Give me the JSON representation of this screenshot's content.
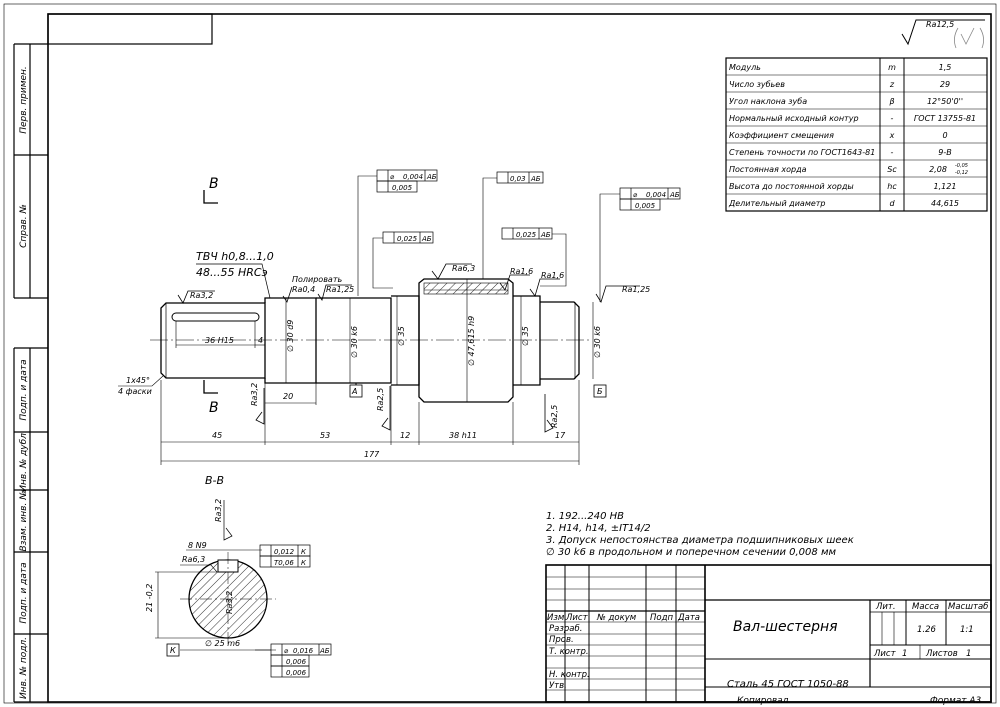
{
  "frame": {
    "left_labels": [
      "Перв. примен.",
      "Справ. №",
      "Подп. и дата",
      "Инв. № дубл.",
      "Взам. инв. №",
      "Подп. и дата",
      "Инв. № подл."
    ]
  },
  "surface_mark": "Ra12,5",
  "params": [
    {
      "name": "Модуль",
      "sym": "m",
      "val": "1,5"
    },
    {
      "name": "Число зубьев",
      "sym": "z",
      "val": "29"
    },
    {
      "name": "Угол наклона зуба",
      "sym": "β",
      "val": "12°50'0''"
    },
    {
      "name": "Нормальный исходный контур",
      "sym": "-",
      "val": "ГОСТ 13755-81"
    },
    {
      "name": "Коэффициент смещения",
      "sym": "x",
      "val": "0"
    },
    {
      "name": "Степень точности по ГОСТ1643-81",
      "sym": "-",
      "val": "9-B"
    },
    {
      "name": "Постоянная хорда",
      "sym": "Sc",
      "val": "2,08",
      "tol_up": "-0,05",
      "tol_dn": "-0,12"
    },
    {
      "name": "Высота до постоянной хорды",
      "sym": "hc",
      "val": "1,121"
    },
    {
      "name": "Делительный диаметр",
      "sym": "d",
      "val": "44,615"
    }
  ],
  "drawing": {
    "view_letter_top": "В",
    "view_letter_bottom": "В",
    "heat_treat_1": "ТВЧ h0,8...1,0",
    "heat_treat_2": "48...55 HRCэ",
    "polish": "Полировать",
    "ra04": "Ra0,4",
    "ra125_a": "Ra1,25",
    "ra32_left": "Ra3,2",
    "ra63": "Ra6,3",
    "ra16_a": "Ra1,6",
    "ra16_b": "Ra1,6",
    "ra125_b": "Ra1,25",
    "ra32_low": "Ra3,2",
    "ra25_a": "Ra2,5",
    "ra25_b": "Ra2,5",
    "d_key": "36 H15",
    "d_4": "4",
    "d_30d9": "∅ 30 d9",
    "d_30k6_a": "∅ 30 k6",
    "d_35_a": "∅ 35",
    "d_47": "∅ 47,615 h9",
    "d_35_b": "∅ 35",
    "d_30k6_b": "∅ 30 k6",
    "d_20": "20",
    "d_45": "45",
    "d_53": "53",
    "d_12": "12",
    "d_38": "38 h11",
    "d_17": "17",
    "d_177": "177",
    "chamfer": "1x45°",
    "chamfer_n": "4 фаски",
    "datum_a": "А",
    "datum_b": "Б",
    "tol1": "0,004",
    "tol1_ref": "АБ",
    "tol1b": "0,005",
    "tol2": "0,025",
    "tol2_ref": "АБ",
    "tol3": "0,03",
    "tol3_ref": "АБ",
    "tol4": "0,025",
    "tol4_ref": "АБ",
    "tol5": "0,004",
    "tol5_ref": "АБ",
    "tol5b": "0,005"
  },
  "section": {
    "title": "В-В",
    "ra32_top": "Ra3,2",
    "ra63": "Ra6,3",
    "ra32_in": "Ra3,2",
    "width": "8 N9",
    "depth": "21 -0,2",
    "dia": "∅ 25 m6",
    "datum": "К",
    "tolA": "0,012",
    "tolA_ref": "К",
    "tolB": "T0,06",
    "tolB_ref": "К",
    "tolC": "0,016",
    "tolC_ref": "АБ",
    "tolD": "0,006",
    "tolE": "0,006"
  },
  "notes": [
    "1. 192...240 НВ",
    "2. H14, h14, ±IT14/2",
    "3. Допуск непостоянства диаметра подшипниковых шеек",
    "∅ 30 k6 в продольном и поперечном сечении 0,008 мм"
  ],
  "title_block": {
    "hdr": [
      "Изм.",
      "Лист",
      "№ докум",
      "Подп",
      "Дата"
    ],
    "roles": [
      "Разраб.",
      "Пров.",
      "Т. контр.",
      "",
      "Н. контр.",
      "Утв."
    ],
    "name": "Вал-шестерня",
    "lit_label": "Лит.",
    "mass_label": "Масса",
    "scale_label": "Масштаб",
    "mass": "1.26",
    "scale": "1:1",
    "sheet_label": "Лист",
    "sheet": "1",
    "sheets_label": "Листов",
    "sheets": "1",
    "material": "Сталь 45 ГОСТ 1050-88",
    "copied": "Копировал",
    "format": "Формат А3"
  }
}
